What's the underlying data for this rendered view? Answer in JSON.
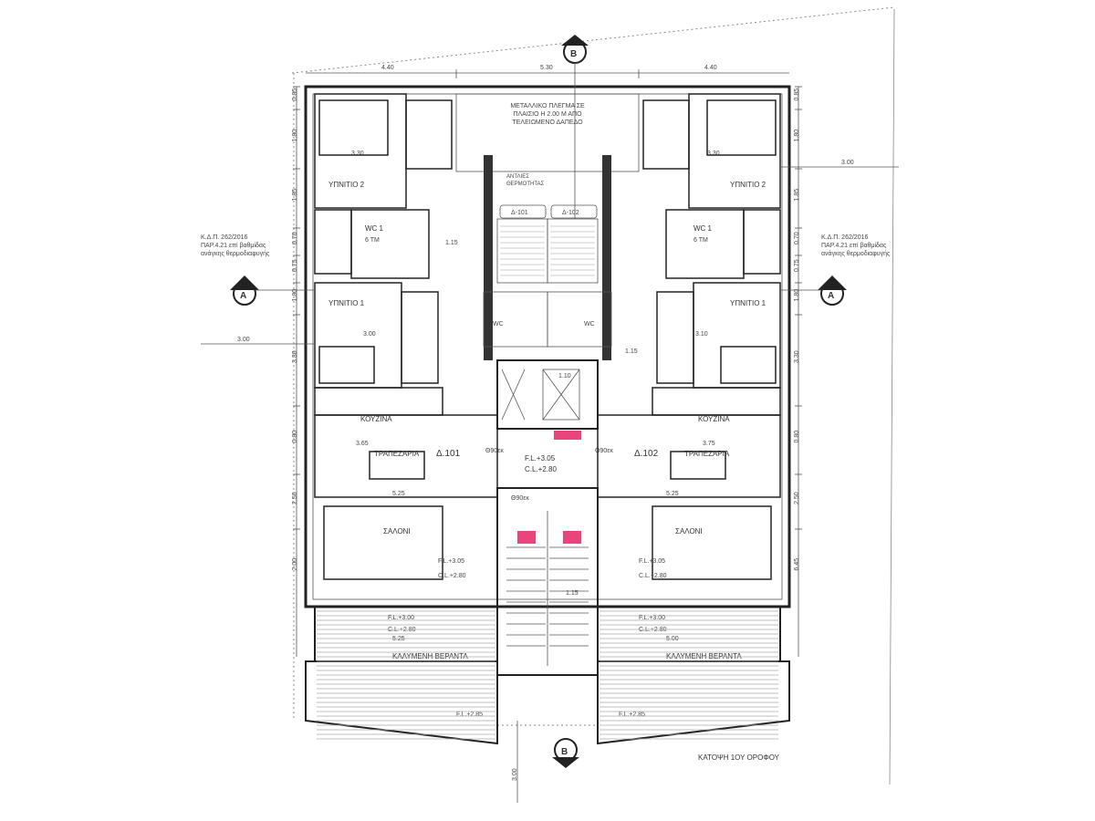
{
  "title": "ΚΑΤΟΨΗ 1ΟΥ ΟΡΟΦΟΥ",
  "section_markers": {
    "a": "A",
    "b": "B"
  },
  "top_dimensions": [
    "4.40",
    "5.30",
    "4.40"
  ],
  "notes": {
    "shaft": "ΜΕΤΑΛΛΙΚΟ ΠΛΕΓΜΑ ΣΕ ΠΛΑΙΣΙΟ Η 2.00 Μ ΑΠΟ ΤΕΛΕΙΩΜΕΝΟ ΔΑΠΕΔΟ",
    "heater": "ΑΝΤΛΙΕΣ ΘΕΡΜΟΤΗΤΑΣ",
    "regulation_left": [
      "Κ.Δ.Π. 262/2016",
      "ΠΑΡ.4.21 επί βαθμίδας",
      "ανάγκης θερμοδιαφυγής"
    ],
    "regulation_right": [
      "Κ.Δ.Π. 262/2016",
      "ΠΑΡ.4.21 επί βαθμίδας",
      "ανάγκης θερμοδιαφυγής"
    ]
  },
  "units": [
    {
      "id": "Δ.101",
      "meter": "Δ-101",
      "rooms": {
        "bed2": "ΥΠΝΙΤΙΟ 2",
        "bed1": "ΥΠΝΙΤΙΟ 1",
        "wc": "WC 1",
        "wc_area": "6 ΤΜ",
        "kitchen": "ΚΟΥΖΙΝΑ",
        "dining": "ΤΡΑΠΕΖΑΡΙΑ",
        "living": "ΣΑΛΟΝΙ",
        "veranda": "ΚΑΛΥΜΕΝΗ ΒΕΡΑΝΤΑ",
        "guest_wc": "WC"
      },
      "levels": {
        "fl": "F.L.+3.05",
        "cl": "C.L.+2.80",
        "v_fl": "F.L.+3.00",
        "v_cl": "C.L.+2.80",
        "open_fl": "F.L.+2.85"
      },
      "dims": {
        "bed2": "3.30",
        "bed1": "3.00",
        "dining": "3.65",
        "living": "5.25",
        "veranda": "5.25",
        "side": "3.00"
      }
    },
    {
      "id": "Δ.102",
      "meter": "Δ-102",
      "rooms": {
        "bed2": "ΥΠΝΙΤΙΟ 2",
        "bed1": "ΥΠΝΙΤΙΟ 1",
        "wc": "WC 1",
        "wc_area": "6 ΤΜ",
        "kitchen": "ΚΟΥΖΙΝΑ",
        "dining": "ΤΡΑΠΕΖΑΡΙΑ",
        "living": "ΣΑΛΟΝΙ",
        "veranda": "ΚΑΛΥΜΕΝΗ ΒΕΡΑΝΤΑ",
        "guest_wc": "WC"
      },
      "levels": {
        "fl": "F.L.+3.05",
        "cl": "C.L.+2.80",
        "v_fl": "F.L.+3.00",
        "v_cl": "C.L.+2.80",
        "open_fl": "F.L.+2.85"
      },
      "dims": {
        "bed2": "3.30",
        "bed1": "3.10",
        "dining": "3.75",
        "living": "5.25",
        "veranda": "5.00",
        "side": "3.00"
      }
    }
  ],
  "core": {
    "lobby_fl": "F.L.+3.05",
    "lobby_cl": "C.L.+2.80",
    "lift": "1.10",
    "door": "Θ90εκ",
    "stair_w": "1.15",
    "bottom_dim": "3.00"
  },
  "side_dims_left": [
    "0.85",
    "1.80",
    "1.85",
    "0.70",
    "0.75",
    "1.80",
    "3.30",
    "0.80",
    "2.50",
    "2.00"
  ],
  "side_dims_right": [
    "0.85",
    "1.80",
    "1.85",
    "0.70",
    "0.75",
    "1.80",
    "3.30",
    "0.80",
    "2.50",
    "6.45"
  ],
  "colors": {
    "line": "#222222",
    "accent": "#e8457a"
  }
}
